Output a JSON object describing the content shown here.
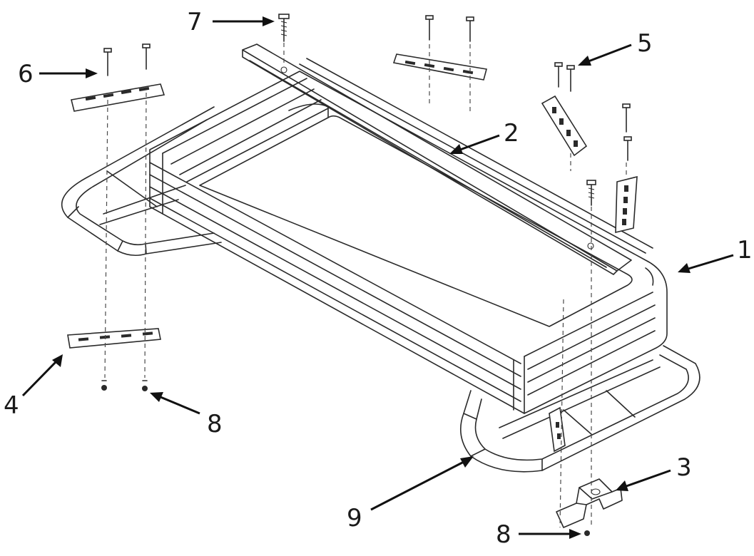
{
  "callouts": [
    {
      "id": "1",
      "label": "1"
    },
    {
      "id": "2",
      "label": "2"
    },
    {
      "id": "3",
      "label": "3"
    },
    {
      "id": "4",
      "label": "4"
    },
    {
      "id": "5",
      "label": "5"
    },
    {
      "id": "6",
      "label": "6"
    },
    {
      "id": "7",
      "label": "7"
    },
    {
      "id": "8a",
      "label": "8"
    },
    {
      "id": "8b",
      "label": "8"
    },
    {
      "id": "9",
      "label": "9"
    }
  ]
}
